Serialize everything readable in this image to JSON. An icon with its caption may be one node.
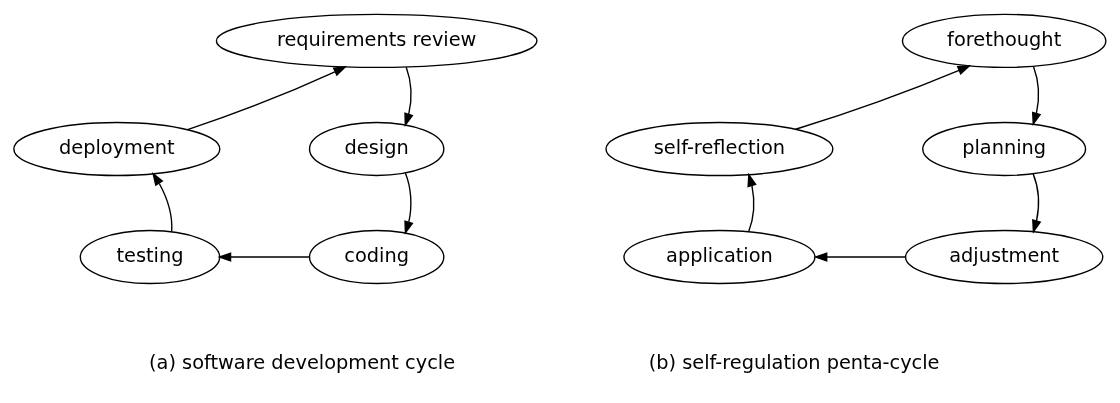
{
  "diagram": {
    "nodes": [
      {
        "text": [
          "requirements review"
        ]
      },
      {
        "text": [
          "deployment"
        ]
      },
      {
        "text": [
          "design"
        ]
      },
      {
        "text": [
          "testing"
        ]
      },
      {
        "text": [
          "coding"
        ]
      },
      {
        "text": [
          "forethought"
        ]
      },
      {
        "text": [
          "self-reflection"
        ]
      },
      {
        "text": [
          "planning"
        ]
      },
      {
        "text": [
          "application"
        ]
      },
      {
        "text": [
          "adjustment"
        ]
      }
    ],
    "edges": [
      {
        "from": 0,
        "to": 2,
        "arrow": "to"
      },
      {
        "from": 2,
        "to": 4,
        "arrow": "to"
      },
      {
        "from": 4,
        "to": 3,
        "arrow": "to"
      },
      {
        "from": 3,
        "to": 1,
        "arrow": "to"
      },
      {
        "from": 1,
        "to": 0,
        "arrow": "to"
      },
      {
        "from": 5,
        "to": 7,
        "arrow": "to"
      },
      {
        "from": 7,
        "to": 9,
        "arrow": "to"
      },
      {
        "from": 9,
        "to": 8,
        "arrow": "to"
      },
      {
        "from": 8,
        "to": 6,
        "arrow": "to"
      },
      {
        "from": 6,
        "to": 5,
        "arrow": "to"
      }
    ],
    "labels": [
      "(a) software development cycle",
      "(b) self-regulation penta-cycle"
    ]
  }
}
